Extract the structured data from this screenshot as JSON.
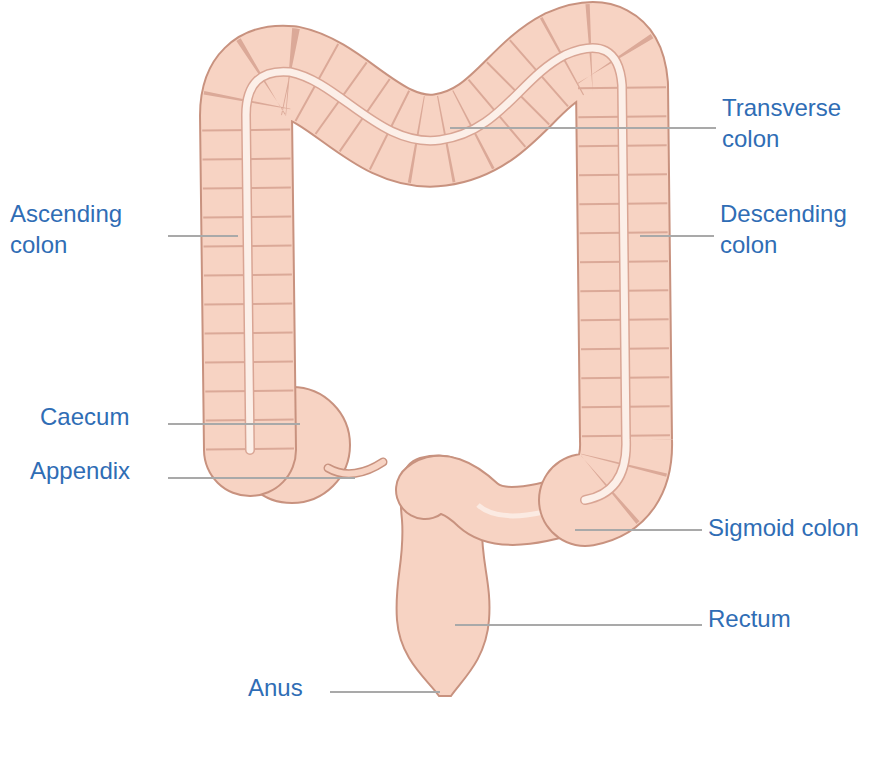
{
  "diagram": {
    "labels": [
      "Transverse colon",
      "Ascending colon",
      "Descending colon",
      "Caecum",
      "Appendix",
      "Sigmoid colon",
      "Rectum",
      "Anus"
    ]
  }
}
